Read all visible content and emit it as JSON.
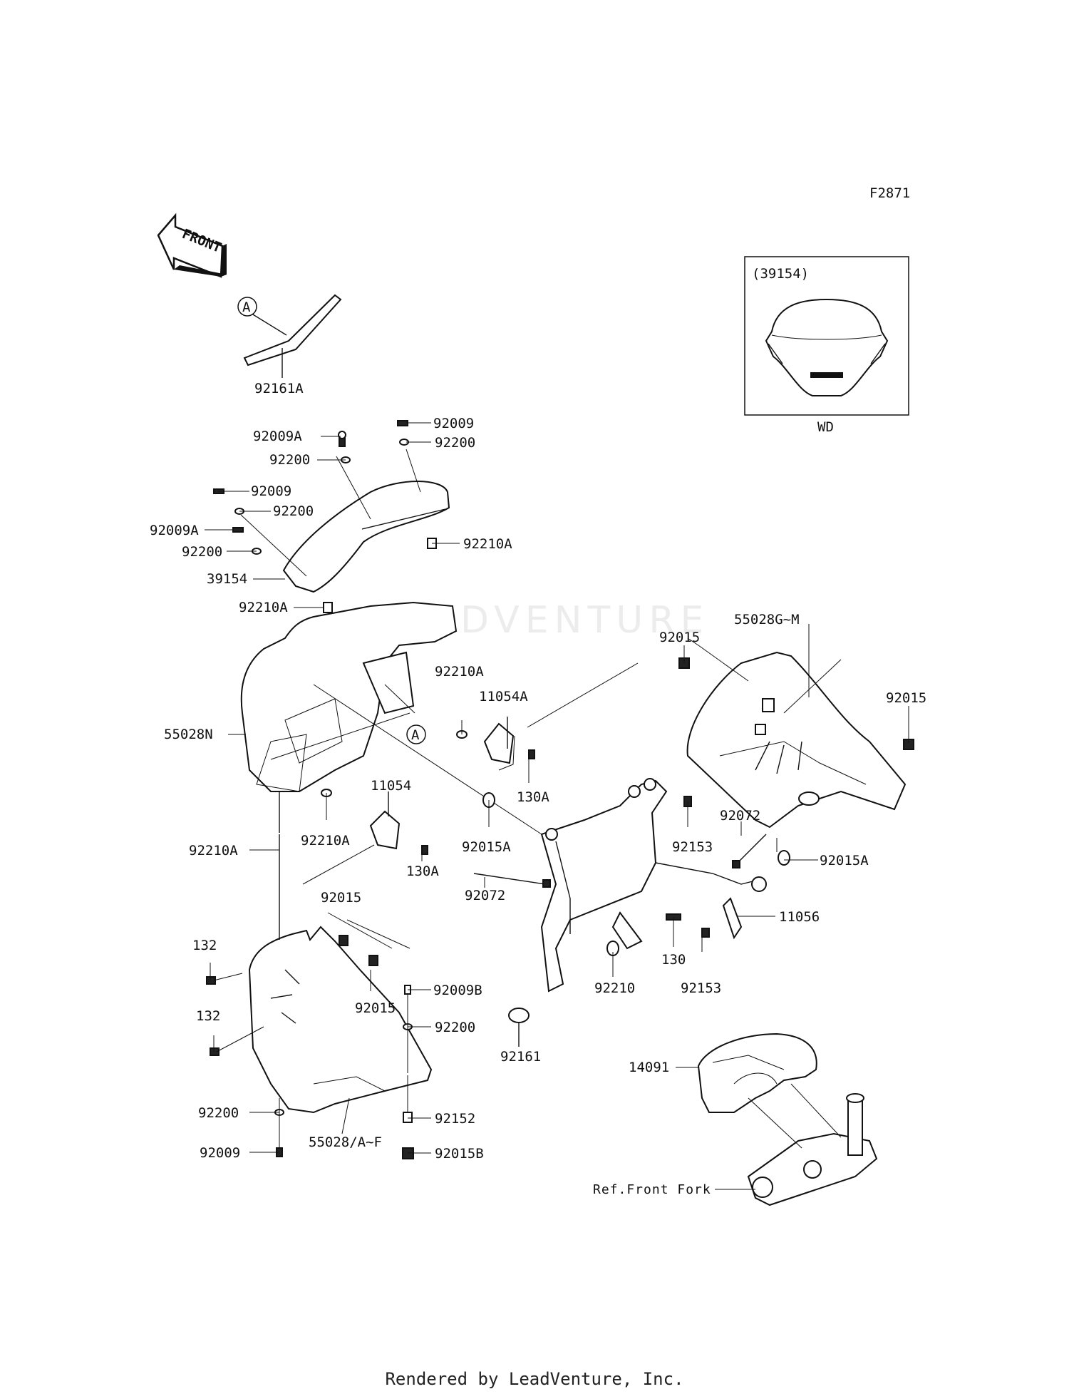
{
  "figure_code": "F2871",
  "front_marker": "FRONT",
  "inset": {
    "ref": "(39154)",
    "caption": "WD"
  },
  "watermark": "LEADVENTURE",
  "footer": "Rendered by LeadVenture, Inc.",
  "callout_letter": "A",
  "labels": {
    "p92161A": "92161A",
    "p92009A_1": "92009A",
    "p92009_1": "92009",
    "p92200_1": "92200",
    "p92200_2": "92200",
    "p92009_2": "92009",
    "p92200_3": "92200",
    "p92009A_2": "92009A",
    "p92200_4": "92200",
    "p39154": "39154",
    "p92210A_1": "92210A",
    "p92210A_2": "92210A",
    "p55028GM": "55028G~M",
    "p92015_1": "92015",
    "p92015_2": "92015",
    "p92210A_3": "92210A",
    "p11054A": "11054A",
    "p55028N": "55028N",
    "p130A_1": "130A",
    "p11054": "11054",
    "p92210A_4": "92210A",
    "p92015A_1": "92015A",
    "p92153_1": "92153",
    "p92072_1": "92072",
    "p92015A_2": "92015A",
    "p92210A_5": "92210A",
    "p130A_2": "130A",
    "p92072_2": "92072",
    "p11056": "11056",
    "p92015_3": "92015",
    "p132_1": "132",
    "p130": "130",
    "p92153_2": "92153",
    "p92015_4": "92015",
    "p92009B": "92009B",
    "p92210": "92210",
    "p132_2": "132",
    "p92200_5": "92200",
    "p92161": "92161",
    "p14091": "14091",
    "p92152": "92152",
    "p92200_6": "92200",
    "p55028AF": "55028/A~F",
    "p92009_3": "92009",
    "p92015B": "92015B",
    "refFrontFork": "Ref.Front Fork"
  }
}
